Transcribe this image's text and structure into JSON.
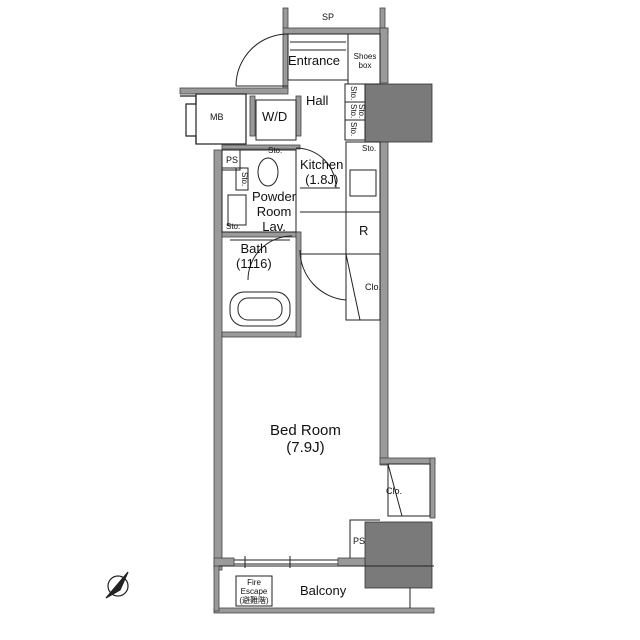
{
  "rooms": {
    "sp": "SP",
    "entrance": "Entrance",
    "shoes_box": "Shoes\nbox",
    "hall": "Hall",
    "wd": "W/D",
    "mb": "MB",
    "ps_upper": "PS",
    "kitchen": "Kitchen\n(1.8J)",
    "powder": "Powder\nRoom\nLav.",
    "bath": "Bath\n(1116)",
    "bedroom": "Bed Room\n(7.9J)",
    "balcony": "Balcony",
    "fire_escape": "Fire\nEscape\n(避難階)",
    "ps_lower": "PS",
    "clo_upper": "Clo.",
    "clo_lower": "Clo.",
    "fridge": "R",
    "sto_1": "Sto.",
    "sto_2": "Sto.",
    "sto_3": "Sto.",
    "sto_4": "Sto.",
    "sto_5": "Sto.",
    "sto_6": "Sto.",
    "sto_7": "Sto.",
    "sto_8": "Sto."
  },
  "colors": {
    "wall": "#9a9a9a",
    "wall_edge": "#444444",
    "shaft": "#7a7a7a",
    "line": "#222222"
  }
}
